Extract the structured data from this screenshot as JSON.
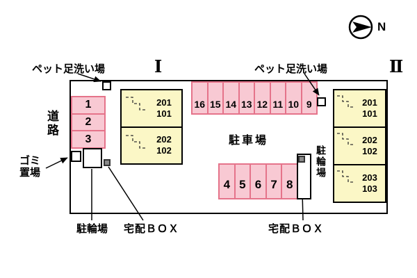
{
  "compass": {
    "label": "N"
  },
  "site": {
    "pet_wash_1_label": "ペット足洗い場",
    "building_1_numeral": "Ⅰ",
    "pet_wash_2_label": "ペット足洗い場",
    "building_2_numeral": "Ⅱ",
    "road_label": "道路",
    "garbage_label": "ゴミ置場",
    "parking_lot_label": "駐車場",
    "bike_parking_bottom_label": "駐輪場",
    "bike_parking_right_label": "駐輪場",
    "delivery_box_1_label": "宅配ＢＯＸ",
    "delivery_box_2_label": "宅配ＢＯＸ"
  },
  "parking": {
    "left_column": [
      "1",
      "2",
      "3"
    ],
    "top_row": [
      "16",
      "15",
      "14",
      "13",
      "12",
      "11",
      "10",
      "9"
    ],
    "bottom_row": [
      "4",
      "5",
      "6",
      "7",
      "8"
    ]
  },
  "building1": {
    "units": [
      {
        "upper": "201",
        "lower": "101"
      },
      {
        "upper": "202",
        "lower": "102"
      }
    ]
  },
  "building2": {
    "units": [
      {
        "upper": "201",
        "lower": "101"
      },
      {
        "upper": "202",
        "lower": "102"
      },
      {
        "upper": "203",
        "lower": "103"
      }
    ]
  },
  "colors": {
    "parking-fill": "#f8c9d3",
    "parking-border": "#e5738a",
    "building-fill": "#fbf7c6"
  }
}
